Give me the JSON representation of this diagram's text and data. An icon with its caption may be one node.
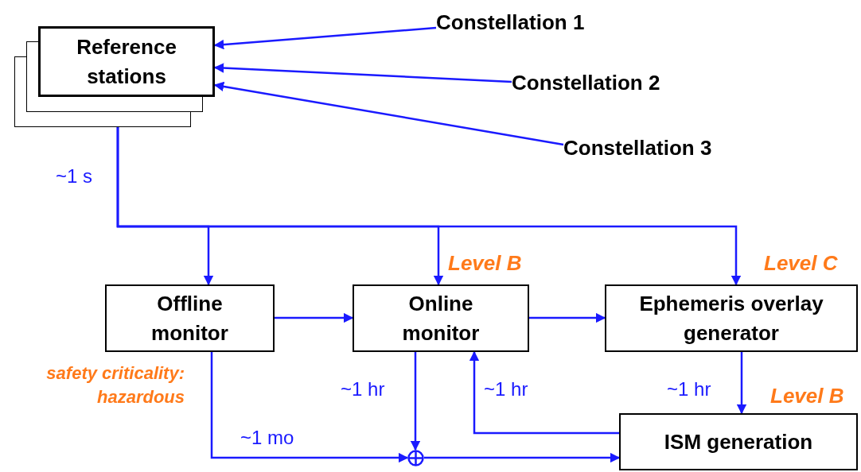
{
  "diagram": {
    "nodes": [
      {
        "text": [
          "Reference stations"
        ]
      },
      {
        "text": [
          "Constellation 1"
        ]
      },
      {
        "text": [
          "Constellation 2"
        ]
      },
      {
        "text": [
          "Constellation 3"
        ]
      },
      {
        "text": [
          "Offline monitor"
        ]
      },
      {
        "text": [
          "Online monitor"
        ],
        "beside": [
          "Level B"
        ]
      },
      {
        "text": [
          "Ephemeris overlay generator"
        ],
        "beside": [
          "Level C"
        ]
      },
      {
        "text": [
          "ISM generation"
        ],
        "beside": [
          "Level B"
        ]
      },
      {
        "text": [],
        "shape": "circle"
      }
    ],
    "edges": [
      {
        "from": 1,
        "to": 0,
        "arrow": "to"
      },
      {
        "from": 2,
        "to": 0,
        "arrow": "to"
      },
      {
        "from": 3,
        "to": 0,
        "arrow": "to"
      },
      {
        "from": 0,
        "to": 4,
        "arrow": "to",
        "label": "~1 s"
      },
      {
        "from": 0,
        "to": 5,
        "arrow": "to"
      },
      {
        "from": 0,
        "to": 6,
        "arrow": "to"
      },
      {
        "from": 4,
        "to": 5,
        "arrow": "to"
      },
      {
        "from": 5,
        "to": 6,
        "arrow": "to"
      },
      {
        "from": 6,
        "to": 7,
        "arrow": "to",
        "label": "~1 hr"
      },
      {
        "from": 4,
        "to": 8,
        "arrow": "to",
        "label": "~1 mo"
      },
      {
        "from": 5,
        "to": 8,
        "arrow": "to",
        "label": "~1 hr"
      },
      {
        "from": 8,
        "to": 7,
        "arrow": "to"
      },
      {
        "from": 7,
        "to": 5,
        "arrow": "to",
        "label": "~1 hr"
      }
    ],
    "labels": [
      "safety criticality: hazardous"
    ]
  }
}
